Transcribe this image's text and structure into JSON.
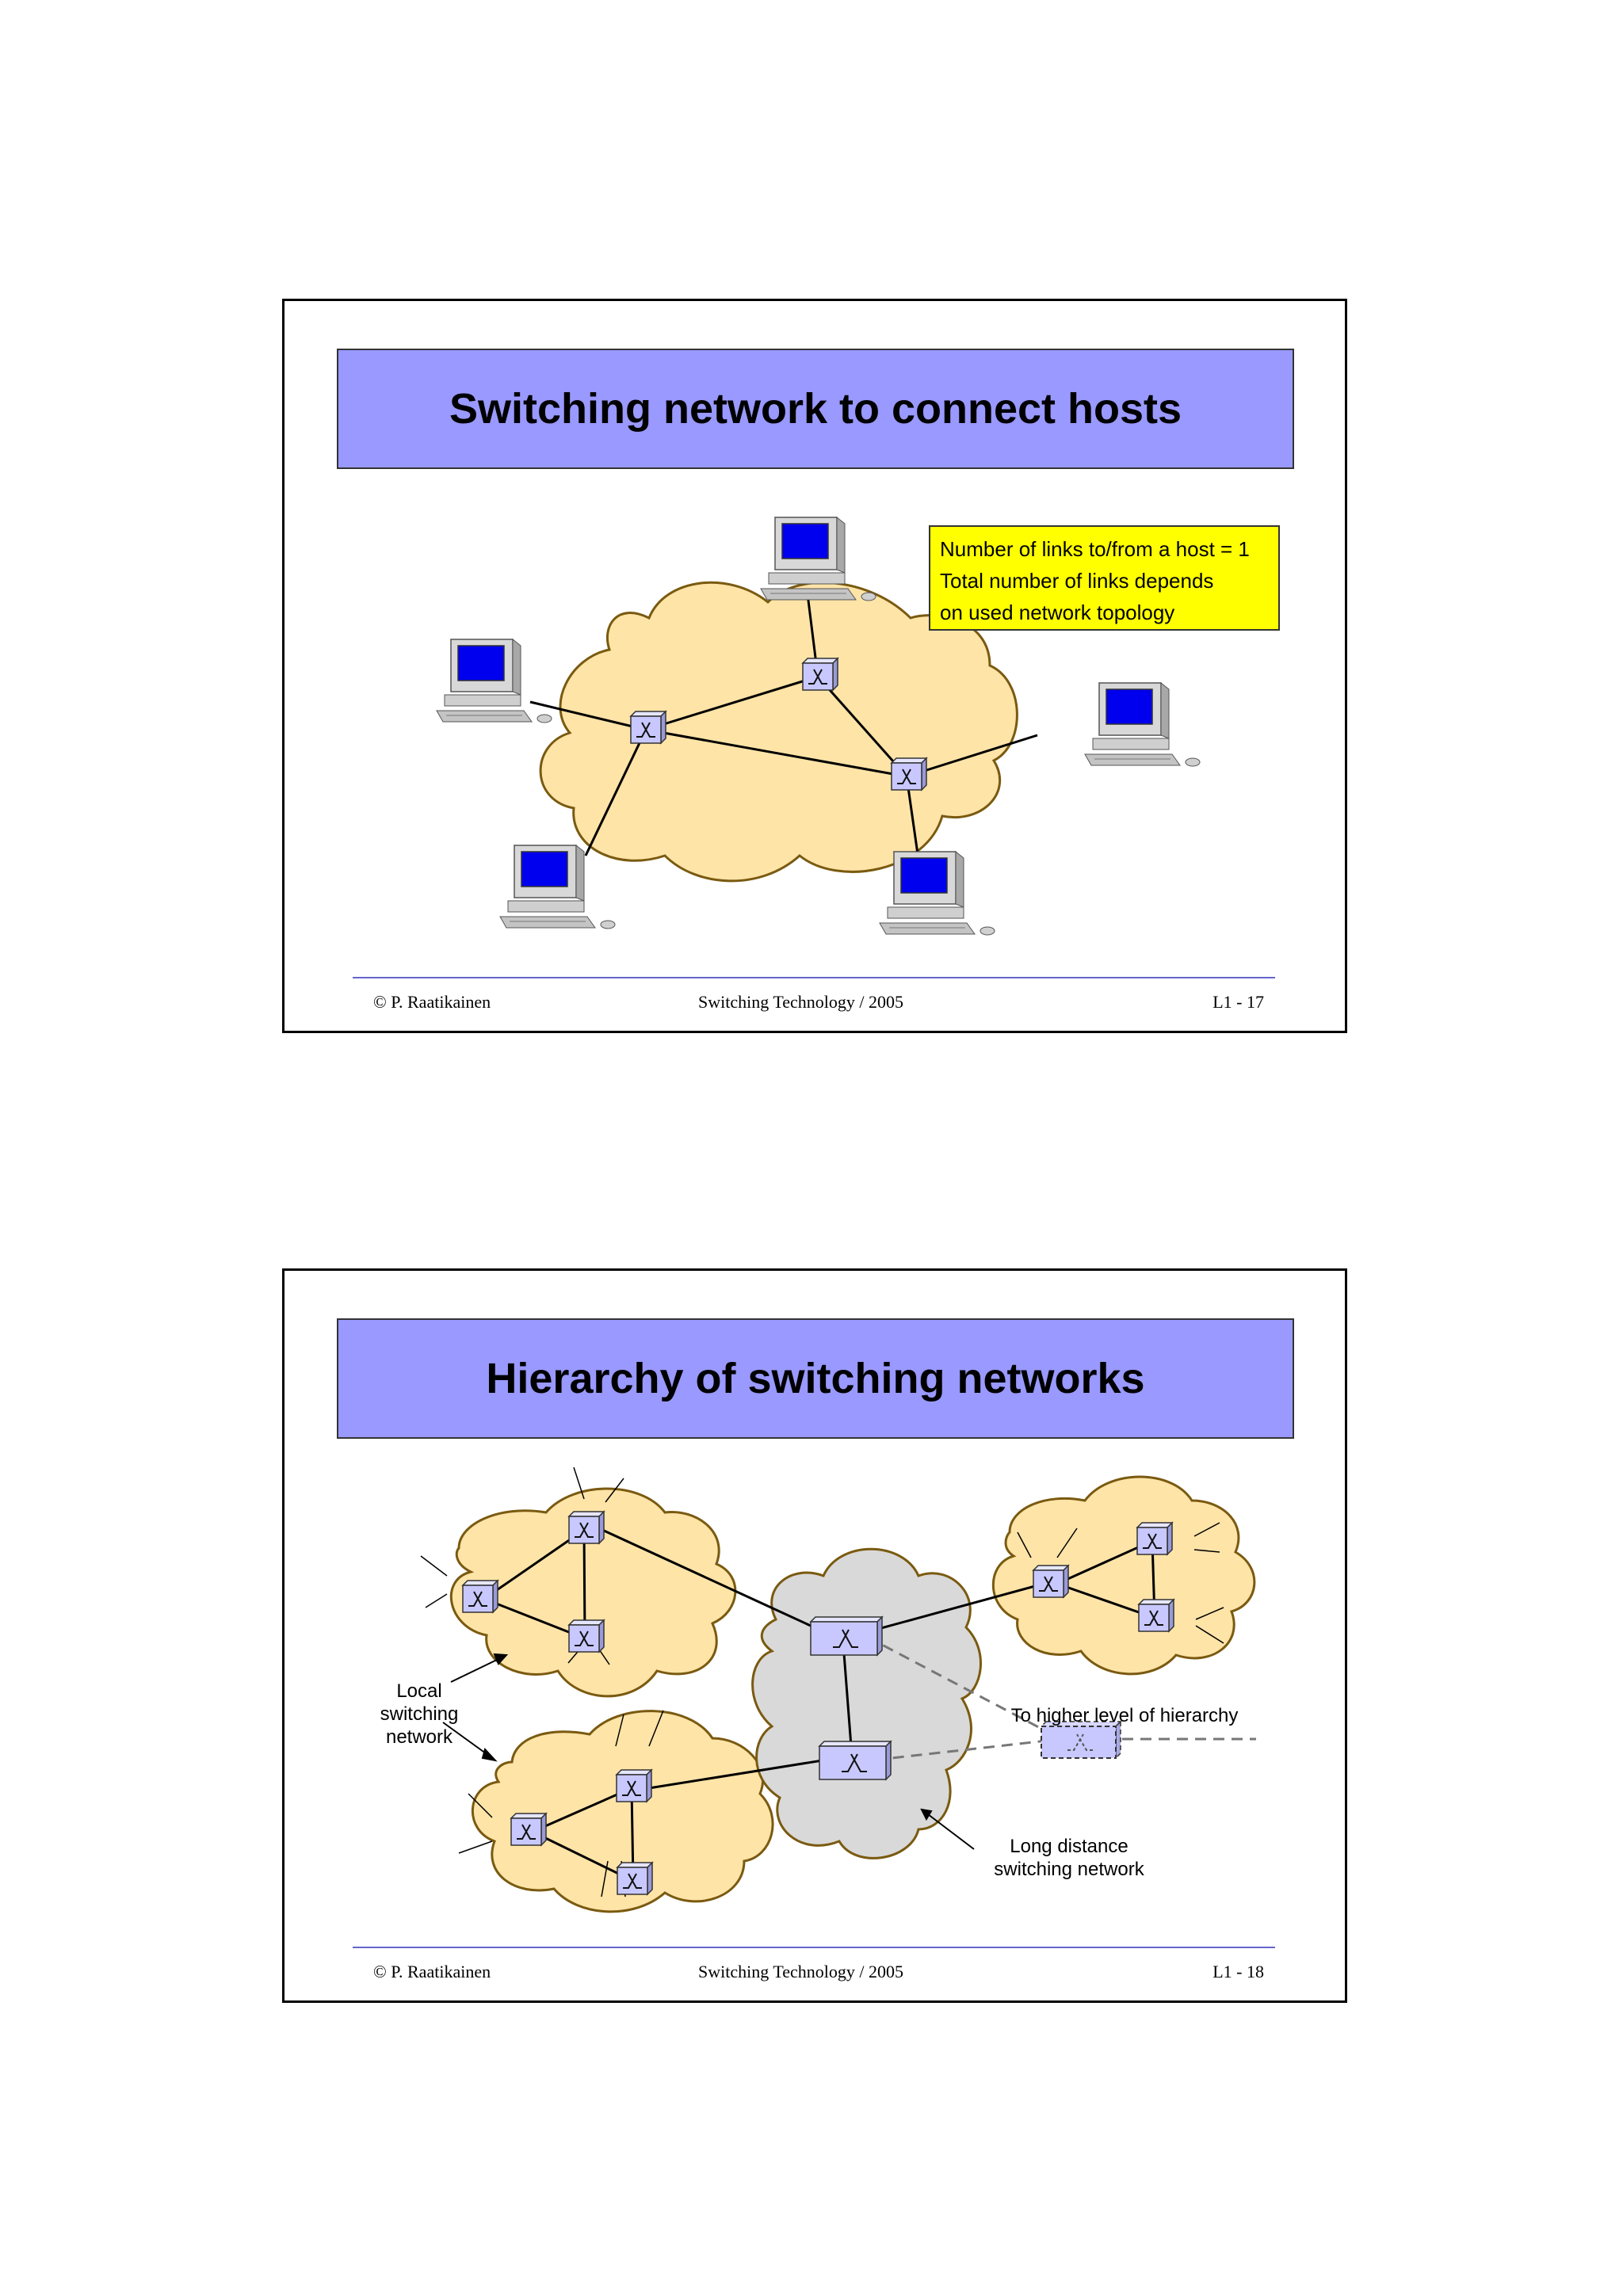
{
  "slide1": {
    "title": "Switching network to connect hosts",
    "note_lines": [
      "Number of links to/from a host = 1",
      "Total number of links depends",
      "on used network topology"
    ],
    "footer": {
      "left": "©  P. Raatikainen",
      "center": "Switching Technology  / 2005",
      "right": "L1 - 17"
    }
  },
  "slide2": {
    "title": "Hierarchy of switching networks",
    "local_label": [
      "Local",
      "switching",
      "network"
    ],
    "higher_label": "To higher level of hierarchy",
    "long_label": [
      "Long distance",
      "switching network"
    ],
    "footer": {
      "left": "©  P. Raatikainen",
      "center": "Switching Technology  / 2005",
      "right": "L1 - 18"
    }
  },
  "colors": {
    "title_fill": "#9999ff",
    "note_fill": "#ffff00",
    "cloud_fill": "#ffe4a8",
    "cloud_stroke": "#7a5a10",
    "long_cloud_fill": "#d9d9d9",
    "switch_fill": "#c8c8ff",
    "screen": "#0000ee"
  },
  "icons": [
    "switch-icon",
    "computer-icon",
    "cloud-shape"
  ]
}
